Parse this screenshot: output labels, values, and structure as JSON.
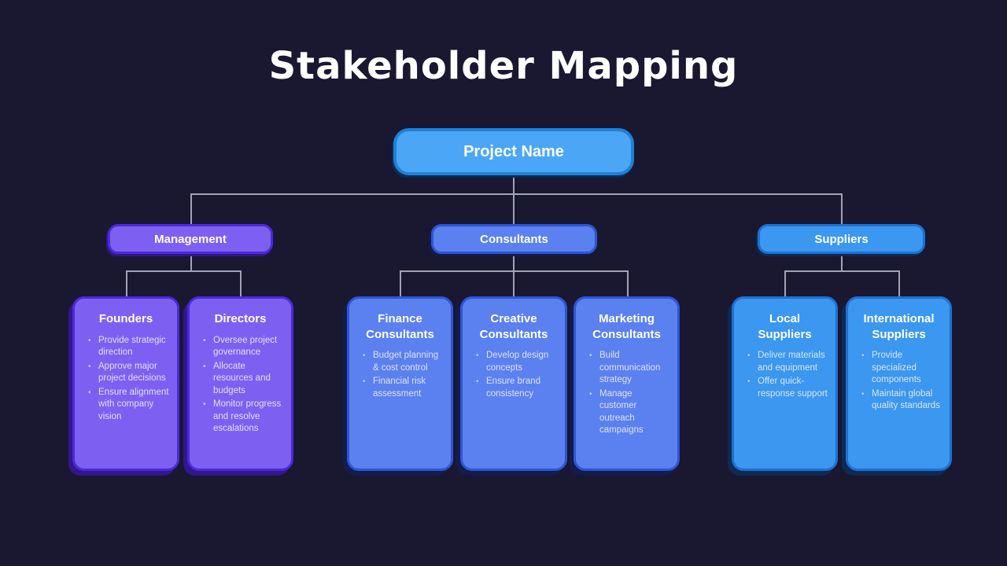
{
  "slide": {
    "title": "Stakeholder Mapping"
  },
  "colors": {
    "background": "#1a1731",
    "root_fill": "#4ba7f5",
    "root_border": "#1f80d8",
    "purple_fill": "#7d60f2",
    "purple_border": "#4b2ada",
    "indigo_fill": "#5b80f0",
    "indigo_border": "#2e55d4",
    "blue_fill": "#3b97f0",
    "blue_border": "#1f70d2",
    "connector": "#a0a4b4"
  },
  "tree": {
    "root": {
      "label": "Project Name"
    },
    "branches": [
      {
        "label": "Management",
        "children": [
          {
            "title": "Founders",
            "bullets": [
              "Provide strategic direction",
              "Approve major project decisions",
              "Ensure alignment with company vision"
            ]
          },
          {
            "title": "Directors",
            "bullets": [
              "Oversee project governance",
              "Allocate resources and budgets",
              "Monitor progress and resolve escalations"
            ]
          }
        ]
      },
      {
        "label": "Consultants",
        "children": [
          {
            "title": "Finance Consultants",
            "bullets": [
              "Budget planning & cost control",
              "Financial risk assessment"
            ]
          },
          {
            "title": "Creative Consultants",
            "bullets": [
              "Develop design concepts",
              "Ensure brand consistency"
            ]
          },
          {
            "title": "Marketing Consultants",
            "bullets": [
              "Build communication strategy",
              "Manage customer outreach campaigns"
            ]
          }
        ]
      },
      {
        "label": "Suppliers",
        "children": [
          {
            "title": "Local Suppliers",
            "bullets": [
              "Deliver materials and equipment",
              "Offer quick-response support"
            ]
          },
          {
            "title": "International Suppliers",
            "bullets": [
              "Provide specialized components",
              "Maintain global quality standards"
            ]
          }
        ]
      }
    ]
  }
}
